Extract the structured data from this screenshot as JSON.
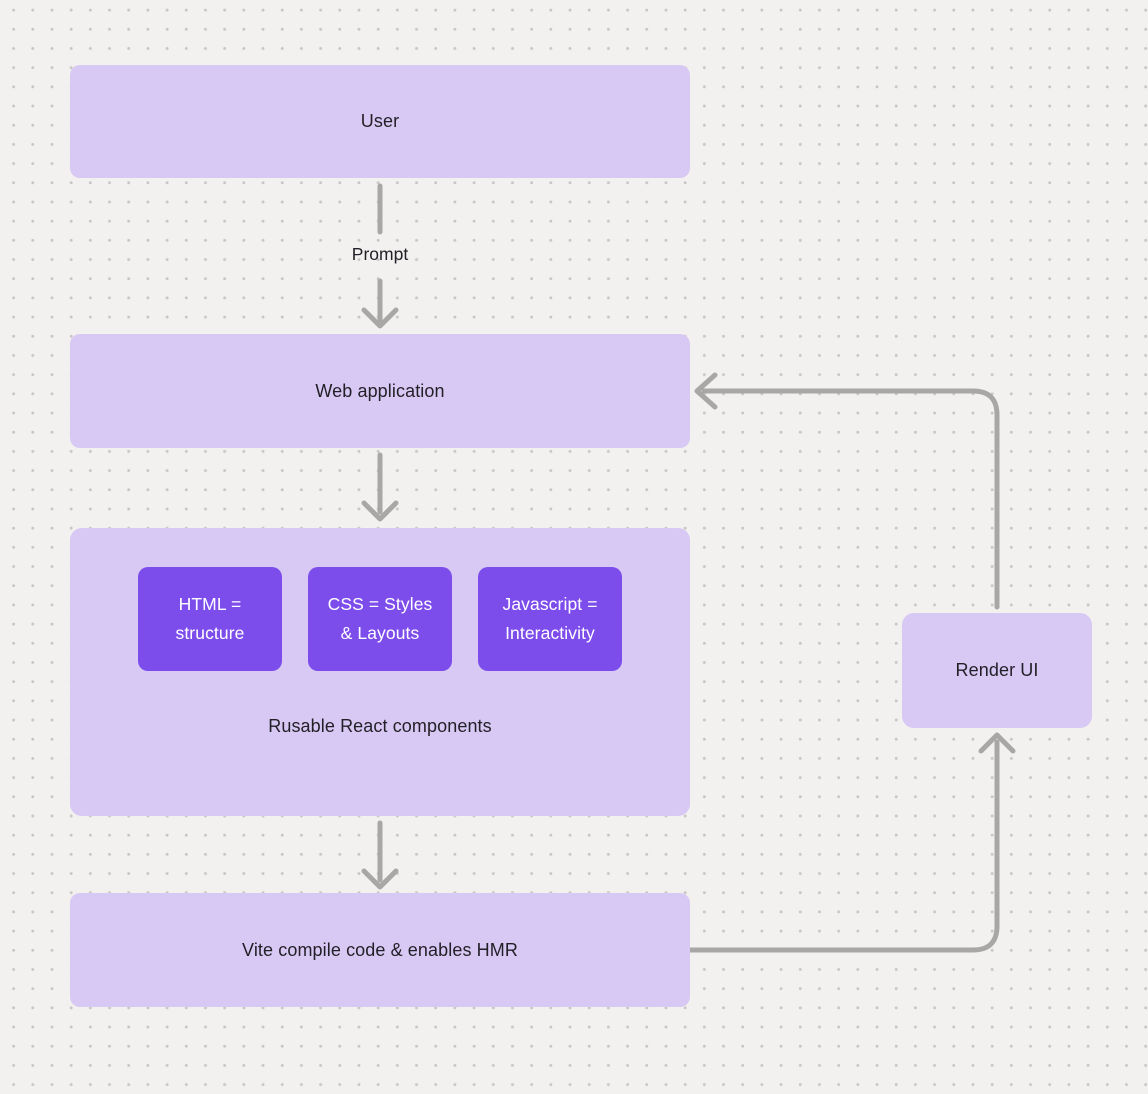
{
  "diagram": {
    "nodes": {
      "user": {
        "label": "User"
      },
      "web_application": {
        "label": "Web application"
      },
      "components_group": {
        "caption": "Rusable React components",
        "children": [
          {
            "label": "HTML = structure"
          },
          {
            "label": "CSS = Styles & Layouts"
          },
          {
            "label": "Javascript = Interactivity"
          }
        ]
      },
      "vite": {
        "label": "Vite compile code & enables HMR"
      },
      "render_ui": {
        "label": "Render UI"
      }
    },
    "edges": {
      "prompt_label": "Prompt"
    },
    "colors": {
      "background": "#f2f1ef",
      "node_light": "#d7c9f4",
      "node_accent": "#7d4dec",
      "connector": "#a9a7a5",
      "text_dark": "#221f26",
      "text_light": "#ffffff",
      "dot_grid": "#c9c7c5"
    }
  }
}
